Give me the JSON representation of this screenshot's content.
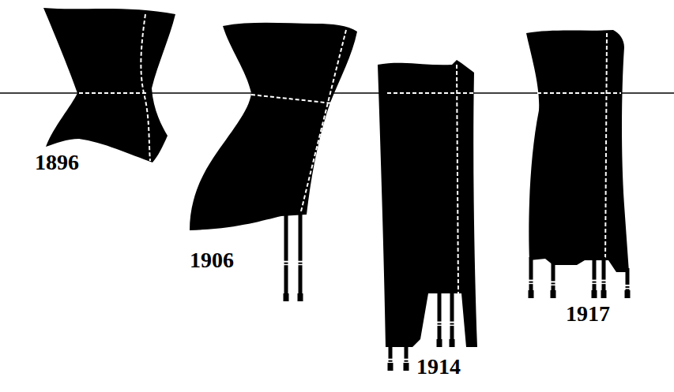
{
  "diagram": {
    "labels": [
      "1896",
      "1906",
      "1914",
      "1917"
    ]
  }
}
